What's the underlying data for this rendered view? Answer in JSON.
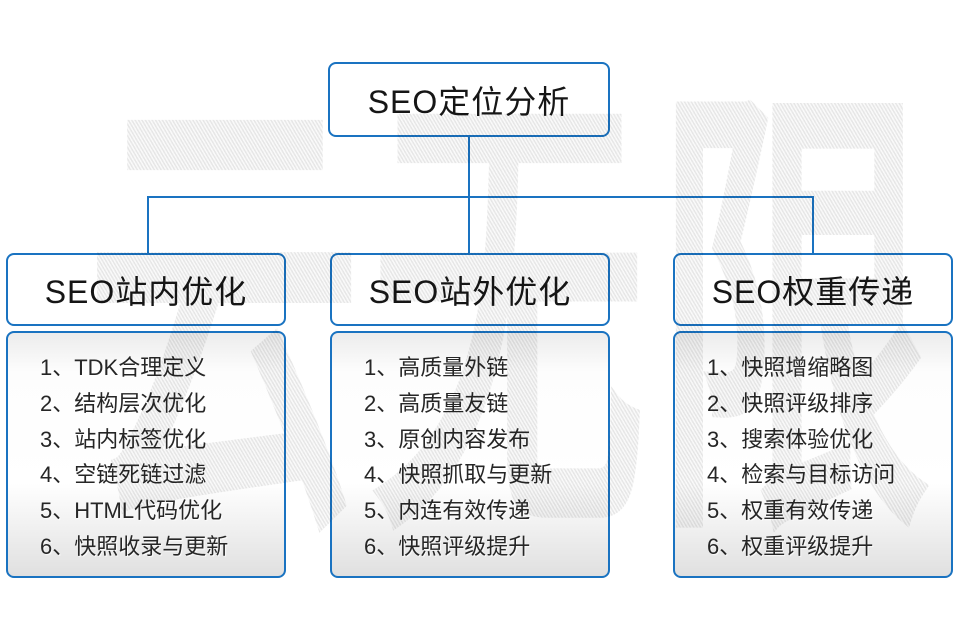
{
  "page": {
    "background": "#ffffff",
    "accent_blue": "#1a73c1",
    "body_gradient_top": "#ececec",
    "body_gradient_bottom": "#e0e0e0"
  },
  "watermark": {
    "text": "云无限"
  },
  "root": {
    "title": "SEO定位分析"
  },
  "columns": [
    {
      "title": "SEO站内优化",
      "items": [
        "1、TDK合理定义",
        "2、结构层次优化",
        "3、站内标签优化",
        "4、空链死链过滤",
        "5、HTML代码优化",
        "6、快照收录与更新"
      ]
    },
    {
      "title": "SEO站外优化",
      "items": [
        "1、高质量外链",
        "2、高质量友链",
        "3、原创内容发布",
        "4、快照抓取与更新",
        "5、内连有效传递",
        "6、快照评级提升"
      ]
    },
    {
      "title": "SEO权重传递",
      "items": [
        "1、快照增缩略图",
        "2、快照评级排序",
        "3、搜索体验优化",
        "4、检索与目标访问",
        "5、权重有效传递",
        "6、权重评级提升"
      ]
    }
  ]
}
